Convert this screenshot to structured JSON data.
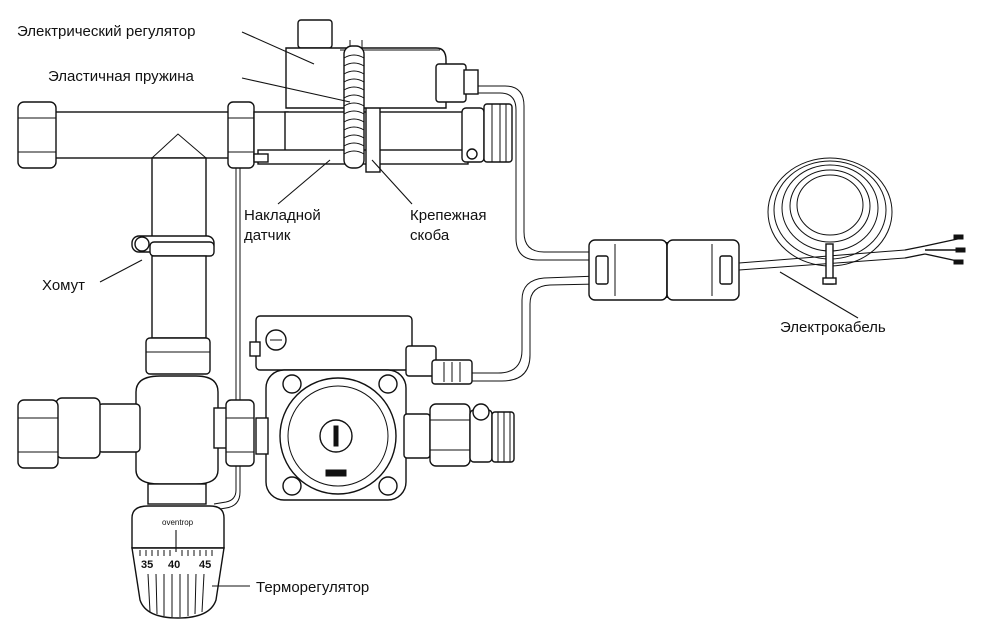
{
  "labels": {
    "electric_regulator": "Электрический регулятор",
    "elastic_spring": "Эластичная пружина",
    "contact_sensor_l1": "Накладной",
    "contact_sensor_l2": "датчик",
    "mounting_bracket_l1": "Крепежная",
    "mounting_bracket_l2": "скоба",
    "clamp": "Хомут",
    "electric_cable": "Электрокабель",
    "thermoregulator": "Терморегулятор"
  },
  "thermostat": {
    "brand": "oventrop",
    "scale": [
      "35",
      "40",
      "45"
    ]
  }
}
